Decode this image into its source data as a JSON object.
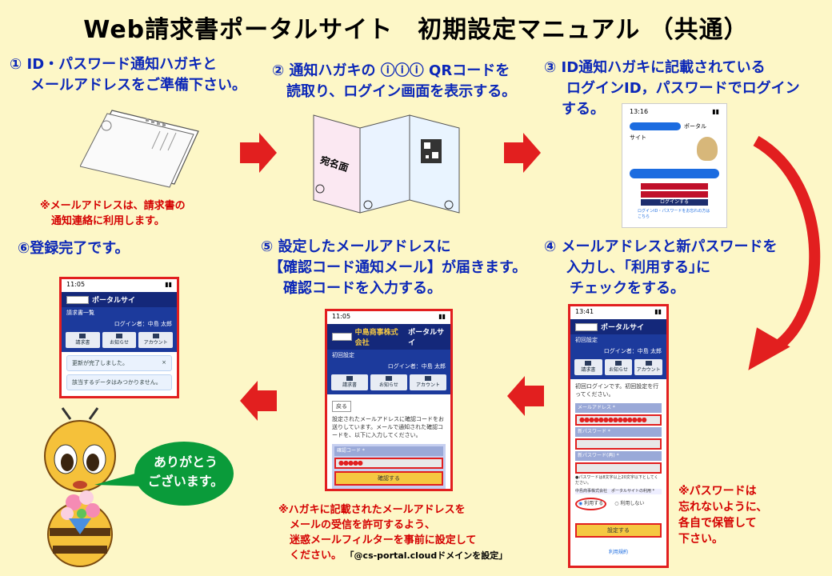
{
  "title": "Web請求書ポータルサイト　初期設定マニュアル （共通）",
  "steps": {
    "s1": {
      "line1": "① ID・パスワード通知ハガキと",
      "line2": "メールアドレスをご準備下さい。"
    },
    "s2": {
      "line1": "② 通知ハガキの ⓘⓘⓘ QRコードを",
      "line2": "読取り、ログイン画面を表示する。"
    },
    "s3": {
      "line1": "③ ID通知ハガキに記載されている",
      "line2": "ログインID，パスワードでログイン",
      "line3": "する。"
    },
    "s4": {
      "line1": "④ メールアドレスと新パスワードを",
      "line2": "入力し、｢利用する｣に",
      "line3": "チェックをする。"
    },
    "s5": {
      "line1": "⑤ 設定したメールアドレスに",
      "line2": "【確認コード通知メール】が届きます。",
      "line3": "確認コードを入力する。"
    },
    "s6": {
      "line1": "⑥登録完了です。"
    }
  },
  "notes": {
    "email_note": {
      "line1": "※メールアドレスは、請求書の",
      "line2": "通知連絡に利用します。"
    },
    "password_note": {
      "line1": "※パスワードは",
      "line2": "忘れないように、",
      "line3": "各自で保管して",
      "line4": "下さい。"
    },
    "filter_note": {
      "line1": "※ハガキに記載されたメールアドレスを",
      "line2": "メールの受信を許可するよう、",
      "line3": "迷惑メールフィルターを事前に設定して",
      "line4": "ください。",
      "domain": "「@cs-portal.cloudドメインを設定」"
    }
  },
  "card": {
    "addressee": "宛名面",
    "i": "i",
    "ii": "ii",
    "iii": "iii"
  },
  "bubble": {
    "line1": "ありがとう",
    "line2": "ございます。"
  },
  "phone3": {
    "time": "13:16",
    "portal": "ポータル",
    "site": "サイト",
    "login_btn": "ログインする",
    "forgot": "ログインID・パスワードをお忘れの方はこちら"
  },
  "phone4": {
    "time": "13:41",
    "portal": "ポータルサイ",
    "section": "初回設定",
    "user": "ログイン者：中島 太郎",
    "nav": [
      "請求書",
      "お知らせ",
      "アカウント"
    ],
    "intro": "初回ログインです。初回設定を行ってください。",
    "email_label": "メールアドレス *",
    "newpw_label": "新パスワード *",
    "confirm_label": "新パスワード(再) *",
    "pw_hint": "●パスワードは8文字以上20文字以下としてください。",
    "agree_label": "中島商事株式会社　ポータルサイトの利用 *",
    "use": "利用する",
    "not_use": "利用しない",
    "setting_btn": "設定する",
    "terms": "利用規約"
  },
  "phone5": {
    "time": "11:05",
    "company": "中島商事株式会社",
    "portal": "ポータルサイ",
    "section": "初回設定",
    "user": "ログイン者：中島 太郎",
    "nav": [
      "請求書",
      "お知らせ",
      "アカウント"
    ],
    "back": "戻る",
    "message": "設定されたメールアドレスに確認コードをお送りしています。メールで通知された確認コードを、以下に入力してください。",
    "code_label": "確認コード *",
    "code_value": "●●●●●",
    "confirm_btn": "確認する"
  },
  "phone6": {
    "time": "11:05",
    "portal": "ポータルサイ",
    "section": "請求書一覧",
    "user": "ログイン者：中島 太郎",
    "nav": [
      "請求書",
      "お知らせ",
      "アカウント"
    ],
    "updated": "更新が完了しました。",
    "close": "×",
    "nodata": "該当するデータはみつかりません。"
  },
  "colors": {
    "background": "#fdf7c7",
    "step_text": "#0b27b8",
    "note_red": "#d40000",
    "arrow_red": "#e21f1f",
    "bubble_green": "#0a9b3a",
    "header_navy": "#14287a"
  }
}
